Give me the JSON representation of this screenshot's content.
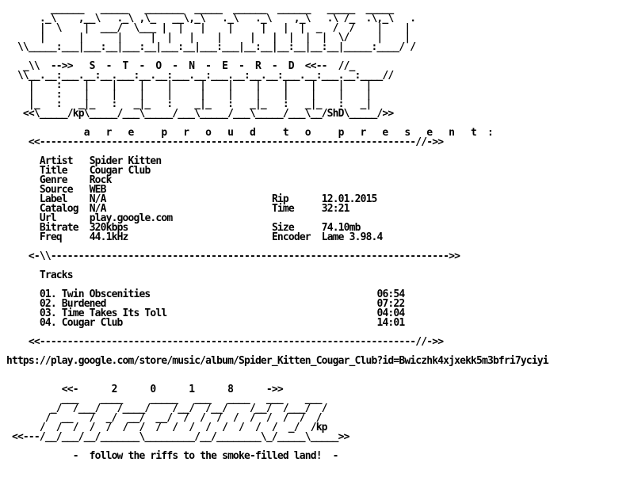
{
  "logo": {
    "group_name": "S - T - O - N - E - R - D",
    "tags": [
      "kp",
      "ShD"
    ],
    "art": [
      "        ______   _____   _______  _____  ______  ______   _____  _____",
      "      ._\\    ,__\\   ._\\ ,\\_   __\\,_\\   ._\\   ._\\    ,_\\   .\\ /_  .\\,_\\   .",
      "      |  \\    |  ___/  \\___ |  |   |    |     |   |  |  _  /  /    |    |",
      "      |      |      |     |  |   |    |     |   |  |  |  |  \\/     |    |",
      "  \\\\_____:___|___:__|___:__|___:__|___:___|__:__|__:__|__:__|_____:____/ /",
      "",
      "   _\\\\  -->>   S  -  T  -  O  -  N  -  E  -  R  -  D  <<--  //_",
      "  \\\\__.__:___.__:__.___:__.__:___.__:___.__:__.__:___.__:___.__:____//",
      "    |    :    |    |    |    |     |    |    |    |    |    |    |",
      "    |    :    |    |    |    |     |    |    |    |    |    |    |",
      "    |_   :   _|_   :   _|_   :    _|_   :   _|_   :   _|_   :   _|",
      "   <<\\_____/kp\\_____/___\\_____/___\\_____/___\\_____/___\\__/ShD\\_____/>>"
    ]
  },
  "present_line": "a   r   e     p   r   o   u   d     t   o     p   r   e   s   e   n   t  :",
  "divider_top": "<<--------------------------------------------------------------------//->>",
  "divider_mid": "<-\\\\------------------------------------------------------------------------>>",
  "divider_bottom": "<<--------------------------------------------------------------------//->>",
  "info": {
    "artist": {
      "label": "Artist",
      "value": "Spider Kitten"
    },
    "title": {
      "label": "Title",
      "value": "Cougar Club"
    },
    "genre": {
      "label": "Genre",
      "value": "Rock"
    },
    "source": {
      "label": "Source",
      "value": "WEB"
    },
    "label": {
      "label": "Label",
      "value": "N/A"
    },
    "catalog": {
      "label": "Catalog",
      "value": "N/A"
    },
    "url": {
      "label": "Url",
      "value": "play.google.com"
    },
    "bitrate": {
      "label": "Bitrate",
      "value": "320kbps"
    },
    "freq": {
      "label": "Freq",
      "value": "44.1kHz"
    },
    "rip": {
      "label": "Rip",
      "value": "12.01.2015"
    },
    "time": {
      "label": "Time",
      "value": "32:21"
    },
    "size": {
      "label": "Size",
      "value": "74.10mb"
    },
    "encoder": {
      "label": "Encoder",
      "value": "Lame 3.98.4"
    }
  },
  "tracks_heading": "Tracks",
  "tracks": [
    {
      "title": "01. Twin Obscenities",
      "duration": "06:54"
    },
    {
      "title": "02. Burdened",
      "duration": "07:22"
    },
    {
      "title": "03. Time Takes Its Toll",
      "duration": "04:04"
    },
    {
      "title": "04. Cougar Club",
      "duration": "14:01"
    }
  ],
  "album_url": "https://play.google.com/store/music/album/Spider_Kitten_Cougar_Club?id=Bwiczhk4xjxekk5m3bfri7yciyi",
  "year_line": "<<-      2      0      1      8      ->>",
  "footer_art": [
    "          ___    ____     _____   ___   ____   ___    ___",
    "        _/  /___/   /____/    /__/  /__/    /__/  /___/  /",
    "       /  __   /  _/  __/  __/  /  /  /  /  /  /  /  /  /",
    "      /  /  /  /  /  /  /  /  /  /  /  /  /  /  /  _/  /kp",
    " <<---/__/___/__/_______\\_________/__/________\\_/_____\\_____>>"
  ],
  "footer_tagline": "-  follow the riffs to the smoke-filled land!  -"
}
